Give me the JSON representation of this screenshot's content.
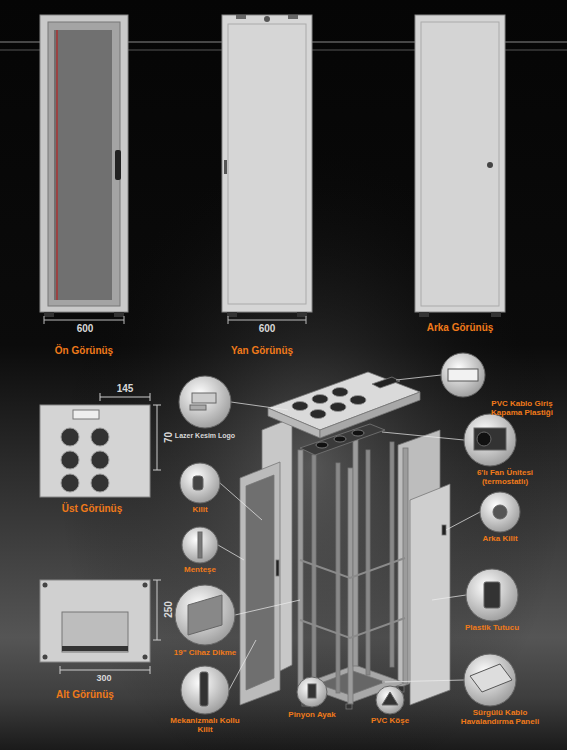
{
  "diagram": {
    "labels": [
      "600",
      "Ön Görünüş",
      "600",
      "Yan Görünüş",
      "Arka Görünüş",
      "145",
      "70",
      "Üst Görünüş",
      "250",
      "300",
      "Alt Görünüş",
      "Lazer Kesim Logo",
      "Kilit",
      "Menteşe",
      "19\" Cihaz Dikme",
      "Mekanizmalı Kollu Kilit",
      "Pinyon Ayak",
      "PVC Köşe",
      "Sürgülü Kablo Havalandırma Paneli",
      "Plastik Tutucu",
      "Arka Kilit",
      "6'lı Fan Ünitesi (termostatlı)",
      "PVC Kablo Giriş Kapama Plastiği"
    ]
  }
}
